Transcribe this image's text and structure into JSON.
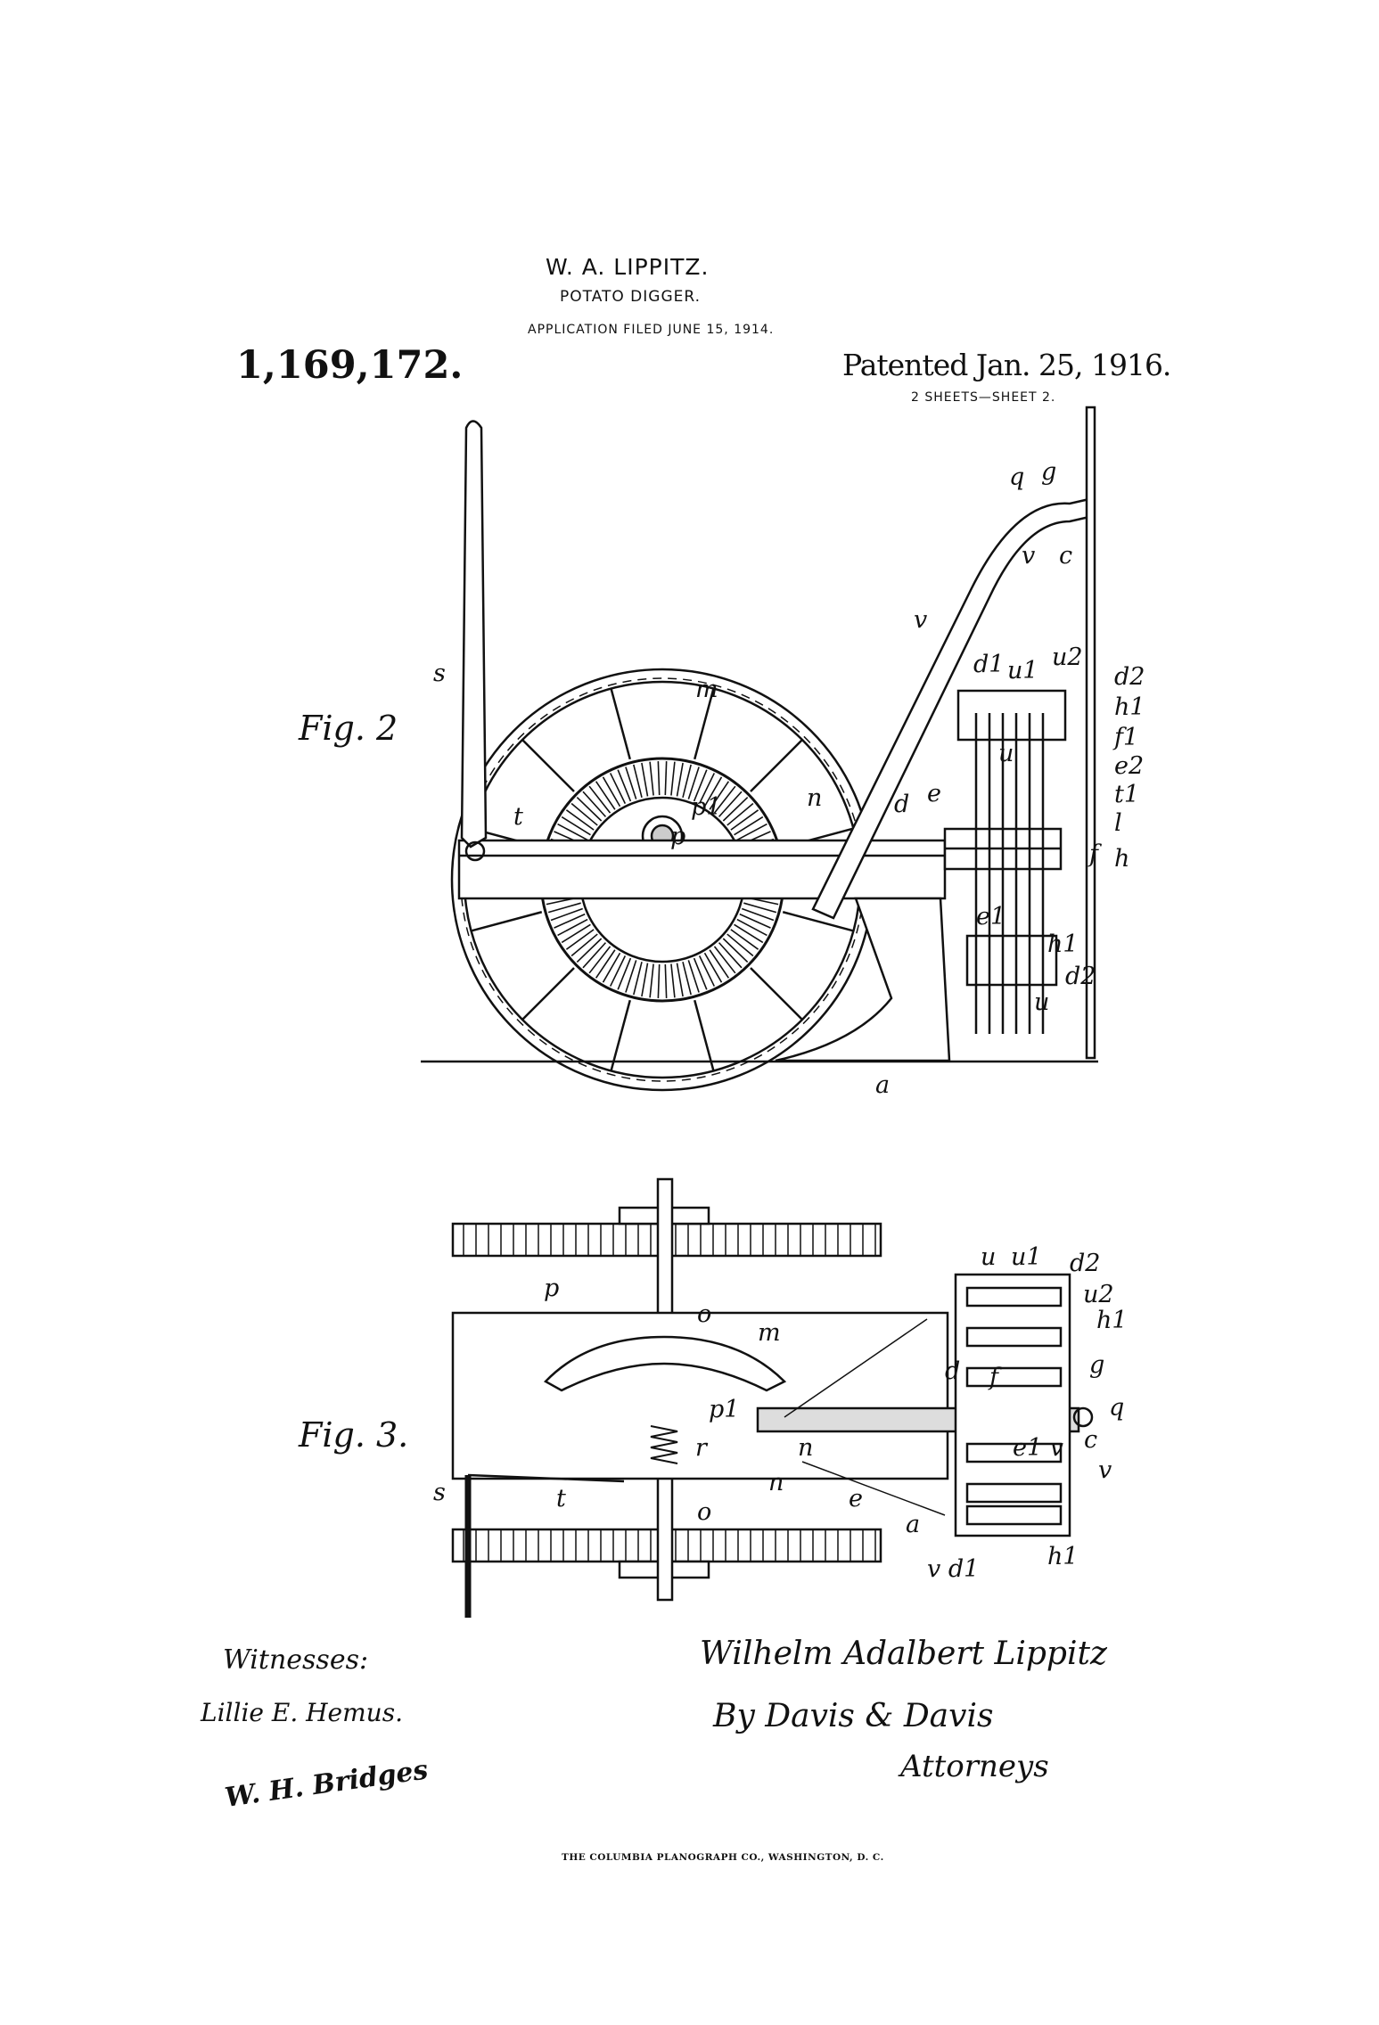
{
  "header": {
    "inventor": "W. A. LIPPITZ.",
    "title": "POTATO DIGGER.",
    "application": "APPLICATION FILED JUNE 15, 1914.",
    "patent_number": "1,169,172.",
    "patented": "Patented Jan. 25, 1916.",
    "sheets": "2 SHEETS—SHEET 2."
  },
  "figures": {
    "fig2": {
      "label": "Fig. 2",
      "ref_letters": [
        "s",
        "m",
        "p1",
        "p",
        "n",
        "t",
        "d",
        "e",
        "q",
        "g",
        "v",
        "c",
        "v",
        "d1",
        "u1",
        "u2",
        "d2",
        "h1",
        "f1",
        "e2",
        "t1",
        "l",
        "f",
        "h",
        "u",
        "e1",
        "h1",
        "d2",
        "u",
        "a"
      ]
    },
    "fig3": {
      "label": "Fig. 3.",
      "ref_letters": [
        "p",
        "o",
        "m",
        "p1",
        "r",
        "n",
        "n",
        "e",
        "d",
        "f",
        "t",
        "s",
        "o",
        "a",
        "v d1",
        "h1",
        "u",
        "u1",
        "d2",
        "u2",
        "h1",
        "g",
        "q",
        "c",
        "v",
        "e1 v"
      ]
    }
  },
  "signatures": {
    "witnesses_label": "Witnesses:",
    "witness_1": "Lillie E. Hemus.",
    "witness_2": "W. H. Bridges",
    "inventor": "Wilhelm Adalbert Lippitz",
    "by": "By Davis & Davis",
    "attorneys": "Attorneys"
  },
  "footer": {
    "printer": "THE COLUMBIA PLANOGRAPH CO., WASHINGTON, D. C."
  }
}
